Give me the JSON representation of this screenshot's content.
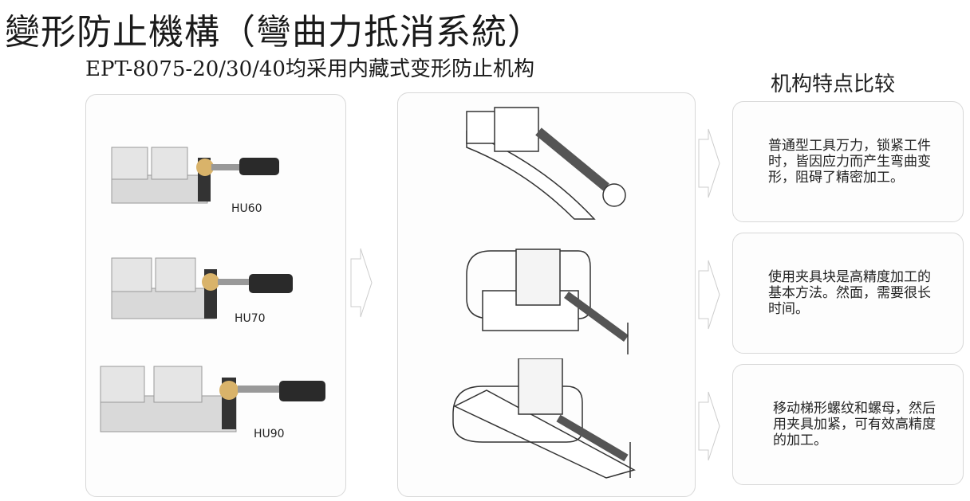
{
  "title": "變形防止機構（彎曲力抵消系統）",
  "subtitle": "EPT-8075-20/30/40均采用内藏式变形防止机构",
  "comparison_title": "机构特点比较",
  "products": [
    {
      "label": "HU60"
    },
    {
      "label": "HU70"
    },
    {
      "label": "HU90"
    }
  ],
  "comparisons": [
    {
      "text": "普通型工具万力，锁紧工件时，皆因应力而产生弯曲变形，阻碍了精密加工。"
    },
    {
      "text": "使用夹具块是高精度加工的基本方法。然面，需要很长时间。"
    },
    {
      "text": "移动梯形螺纹和螺母，然后用夹具加紧，可有效高精度的加工。"
    }
  ]
}
